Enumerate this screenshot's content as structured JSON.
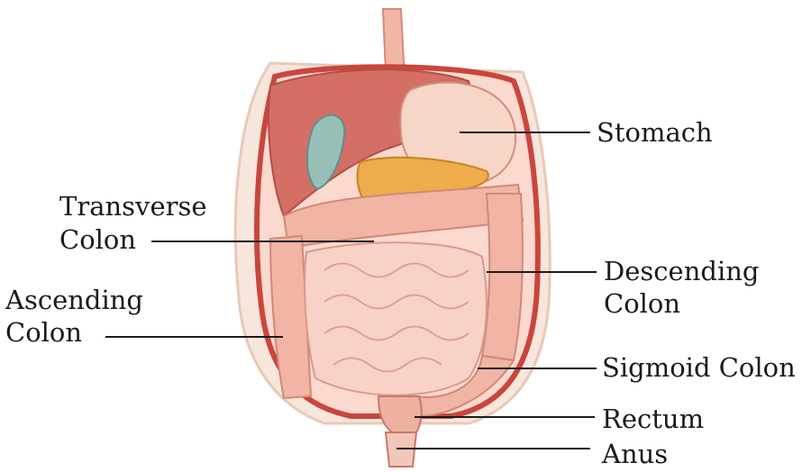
{
  "labels": {
    "stomach": "Stomach",
    "transverse_line1": "Transverse",
    "transverse_line2": "Colon",
    "ascending_line1": "Ascending",
    "ascending_line2": "Colon",
    "descending_line1": "Descending",
    "descending_line2": "Colon",
    "sigmoid": "Sigmoid Colon",
    "rectum": "Rectum",
    "anus": "Anus"
  },
  "colors": {
    "text": "#1b1b1b",
    "body_wall": "#d9534a",
    "liver": "#cf6f67",
    "colon": "#f2b8a8",
    "small_intestine": "#f7cfc4",
    "pancreas": "#e9a640",
    "gallbladder": "#8fb7b0"
  }
}
